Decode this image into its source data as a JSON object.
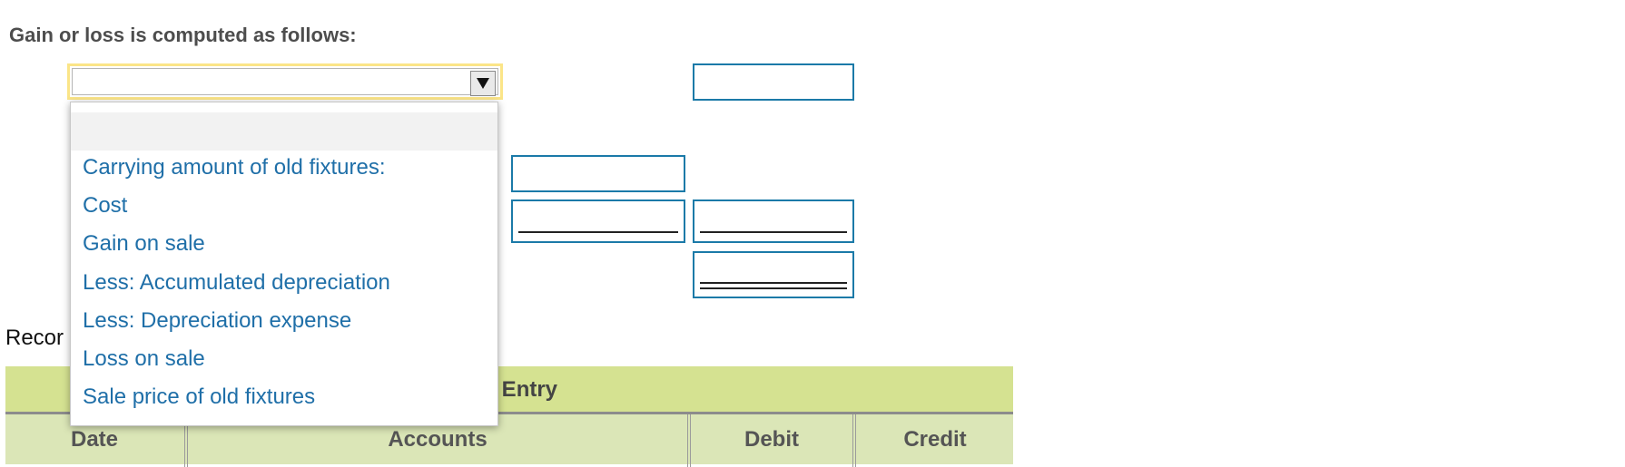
{
  "heading": "Gain or loss is computed as follows:",
  "select": {
    "value": "",
    "options": [
      "",
      "Carrying amount of old fixtures:",
      "Cost",
      "Gain on sale",
      "Less: Accumulated depreciation",
      "Less: Depreciation expense",
      "Loss on sale",
      "Sale price of old fixtures"
    ]
  },
  "record_text": "Recor",
  "journal": {
    "title": "al Entry",
    "columns": [
      "Date",
      "Accounts",
      "Debit",
      "Credit"
    ]
  },
  "colors": {
    "field_border": "#1b7aa8",
    "select_focus": "#fbe588",
    "option_text": "#1f6fa8",
    "journal_title_bg": "#d5e291",
    "journal_header_bg": "#dbe6b7"
  }
}
